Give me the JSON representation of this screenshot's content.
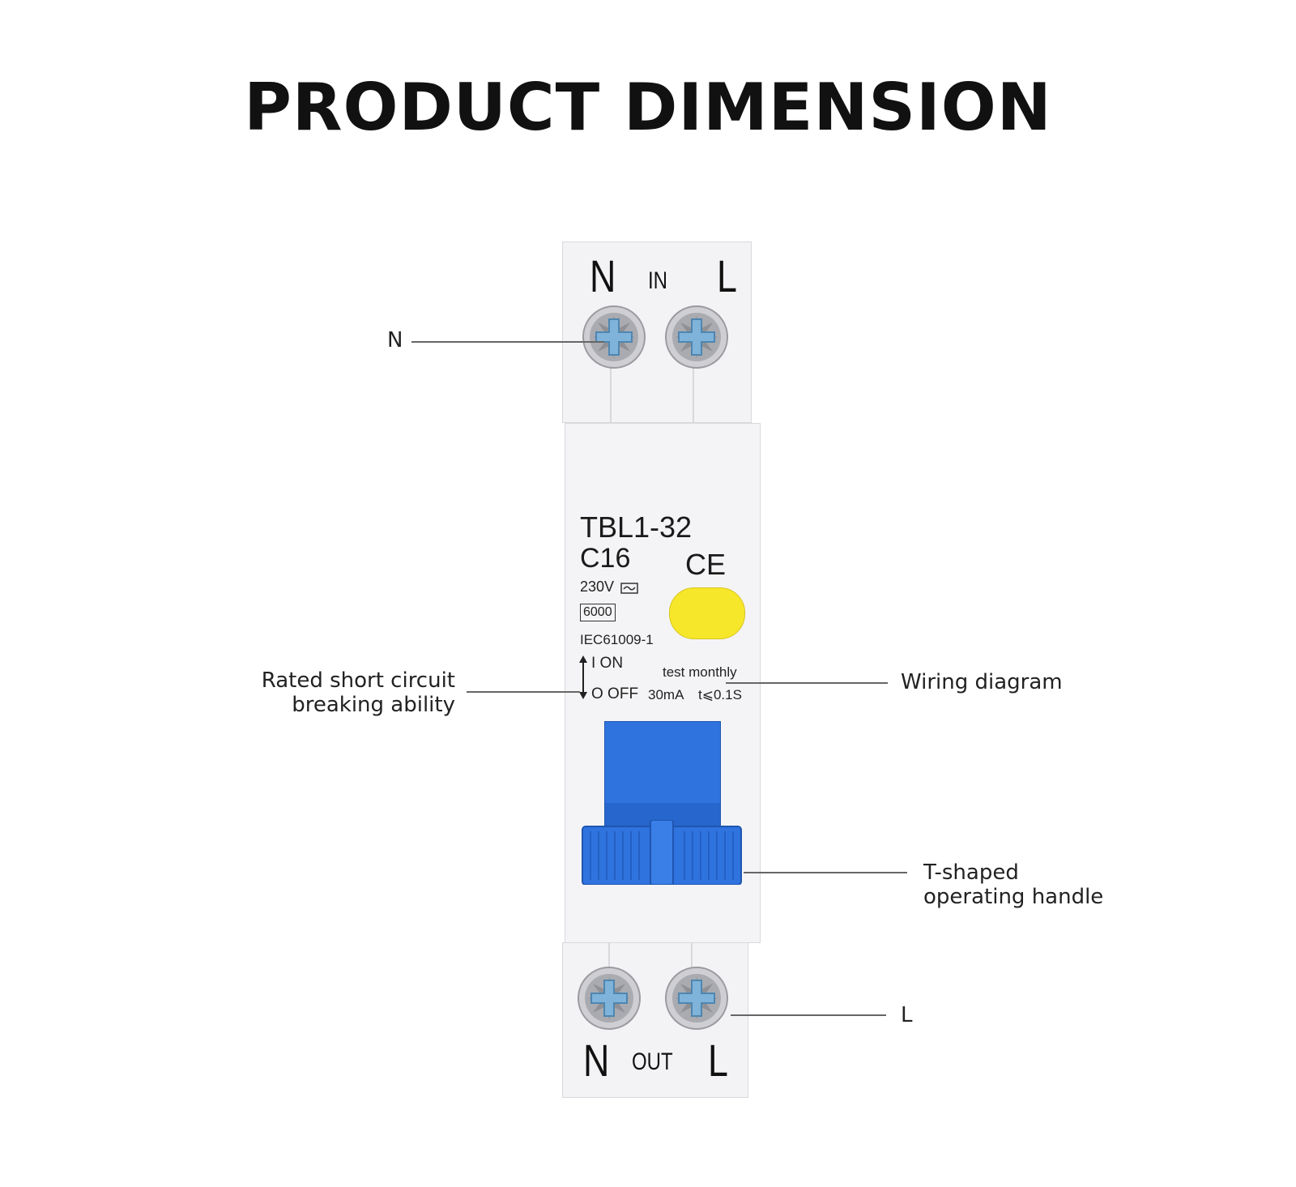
{
  "title": "PRODUCT DIMENSION",
  "device": {
    "top": {
      "left": "N",
      "middle": "IN",
      "right": "L"
    },
    "bottom": {
      "left": "N",
      "middle": "OUT",
      "right": "L"
    },
    "model": "TBL1-32",
    "rating": "C16",
    "mark": "CE",
    "voltage": "230V",
    "capacity": "6000",
    "standard": "IEC61009-1",
    "on_label": "I ON",
    "off_label": "O OFF",
    "test_label": "test monthly",
    "residual": "30mA",
    "trip_time": "t⩽0.1S"
  },
  "callouts": {
    "n": "N",
    "rated_line1": "Rated short circuit",
    "rated_line2": "breaking ability",
    "wiring": "Wiring diagram",
    "handle_line1": "T-shaped",
    "handle_line2": "operating handle",
    "l": "L"
  },
  "colors": {
    "handle_blue": "#2f73df",
    "test_button_yellow": "#f7e72b",
    "body_white": "#f3f3f5",
    "screw_blue": "#7fb3d9"
  }
}
